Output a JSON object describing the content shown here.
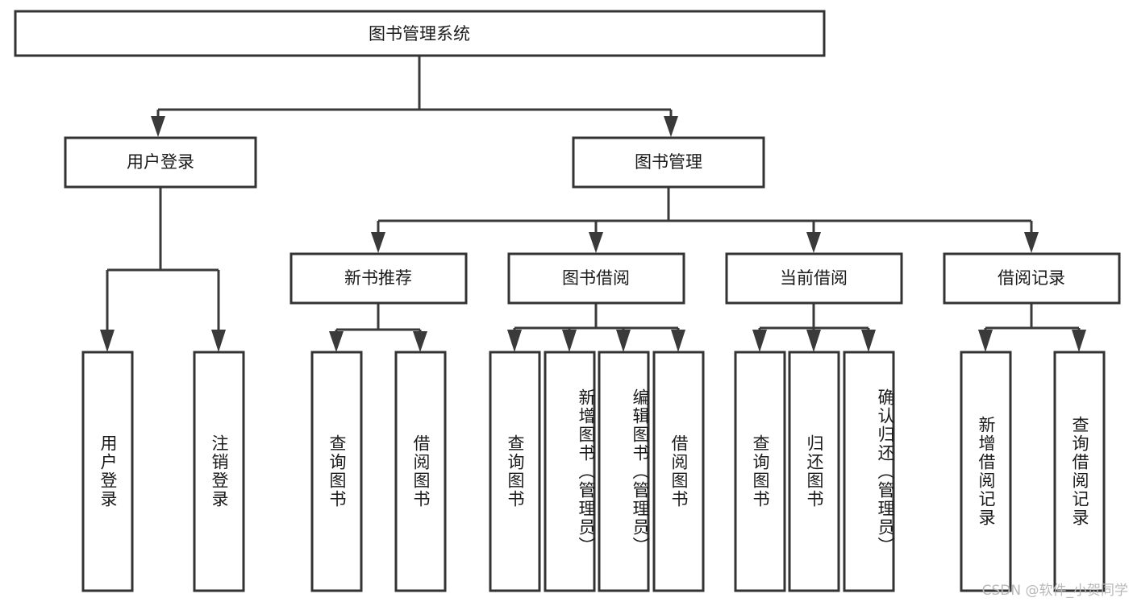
{
  "diagram": {
    "title": "图书管理系统",
    "watermark": "CSDN @软件_小贺同学",
    "colors": {
      "box_stroke": "#333333",
      "box_fill": "#ffffff",
      "connector": "#3a3a3a",
      "text": "#1a1a1a",
      "background": "#ffffff",
      "watermark": "#b9b9b9"
    },
    "levels": {
      "root": {
        "label": "图书管理系统"
      },
      "level2": [
        {
          "label": "用户登录"
        },
        {
          "label": "图书管理"
        }
      ],
      "level3": [
        {
          "label": "新书推荐"
        },
        {
          "label": "图书借阅"
        },
        {
          "label": "当前借阅"
        },
        {
          "label": "借阅记录"
        }
      ],
      "leaves_user_login": [
        {
          "label": "用户登录"
        },
        {
          "label": "注销登录"
        }
      ],
      "leaves_new_book": [
        {
          "label": "查询图书"
        },
        {
          "label": "借阅图书"
        }
      ],
      "leaves_borrow": [
        {
          "label": "查询图书"
        },
        {
          "label": "新增图书（管理员）"
        },
        {
          "label": "编辑图书（管理员）"
        },
        {
          "label": "借阅图书"
        }
      ],
      "leaves_current": [
        {
          "label": "查询图书"
        },
        {
          "label": "归还图书"
        },
        {
          "label": "确认归还（管理员）"
        }
      ],
      "leaves_records": [
        {
          "label": "新增借阅记录"
        },
        {
          "label": "查询借阅记录"
        }
      ]
    }
  }
}
